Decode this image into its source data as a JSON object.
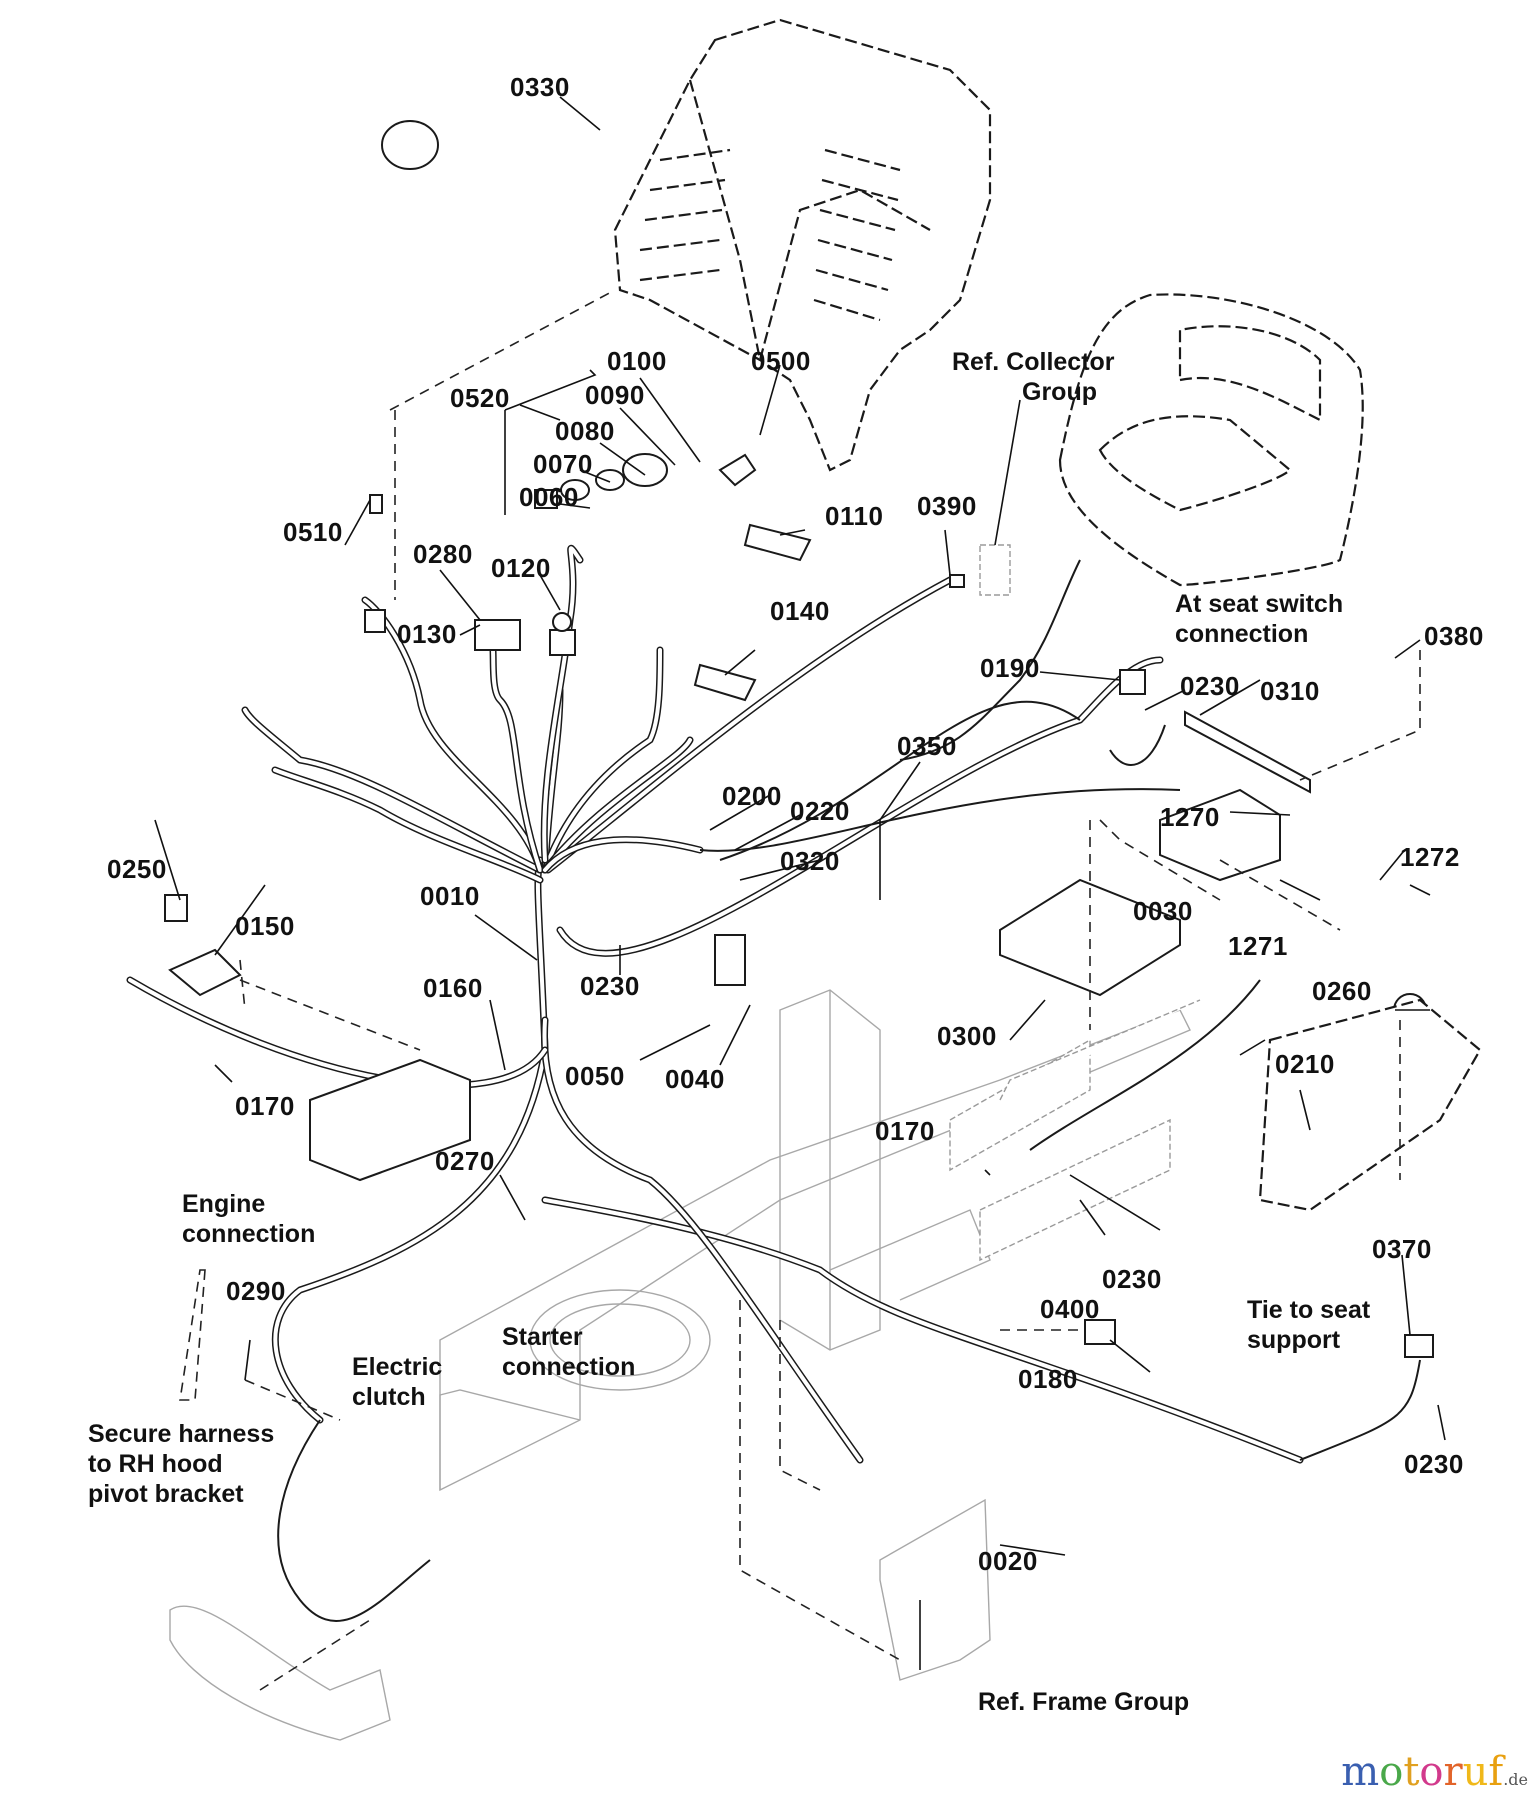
{
  "diagram": {
    "title": "Electrical System exploded parts view",
    "part_labels": [
      {
        "id": "0330",
        "text": "0330"
      },
      {
        "id": "0520",
        "text": "0520"
      },
      {
        "id": "0100",
        "text": "0100"
      },
      {
        "id": "0090",
        "text": "0090"
      },
      {
        "id": "0080",
        "text": "0080"
      },
      {
        "id": "0070",
        "text": "0070"
      },
      {
        "id": "0060",
        "text": "0060"
      },
      {
        "id": "0500",
        "text": "0500"
      },
      {
        "id": "0510",
        "text": "0510"
      },
      {
        "id": "0280",
        "text": "0280"
      },
      {
        "id": "0120",
        "text": "0120"
      },
      {
        "id": "0130",
        "text": "0130"
      },
      {
        "id": "0110",
        "text": "0110"
      },
      {
        "id": "0140",
        "text": "0140"
      },
      {
        "id": "0390",
        "text": "0390"
      },
      {
        "id": "0190",
        "text": "0190"
      },
      {
        "id": "0230a",
        "text": "0230"
      },
      {
        "id": "0310",
        "text": "0310"
      },
      {
        "id": "0380",
        "text": "0380"
      },
      {
        "id": "0350",
        "text": "0350"
      },
      {
        "id": "0200",
        "text": "0200"
      },
      {
        "id": "0220",
        "text": "0220"
      },
      {
        "id": "0320",
        "text": "0320"
      },
      {
        "id": "1270",
        "text": "1270"
      },
      {
        "id": "1272",
        "text": "1272"
      },
      {
        "id": "0030",
        "text": "0030"
      },
      {
        "id": "1271",
        "text": "1271"
      },
      {
        "id": "0250",
        "text": "0250"
      },
      {
        "id": "0150",
        "text": "0150"
      },
      {
        "id": "0010",
        "text": "0010"
      },
      {
        "id": "0160",
        "text": "0160"
      },
      {
        "id": "0230b",
        "text": "0230"
      },
      {
        "id": "0050",
        "text": "0050"
      },
      {
        "id": "0040",
        "text": "0040"
      },
      {
        "id": "0170a",
        "text": "0170"
      },
      {
        "id": "0300",
        "text": "0300"
      },
      {
        "id": "0260",
        "text": "0260"
      },
      {
        "id": "0210",
        "text": "0210"
      },
      {
        "id": "0170b",
        "text": "0170"
      },
      {
        "id": "0270",
        "text": "0270"
      },
      {
        "id": "0290",
        "text": "0290"
      },
      {
        "id": "0400",
        "text": "0400"
      },
      {
        "id": "0230c",
        "text": "0230"
      },
      {
        "id": "0370",
        "text": "0370"
      },
      {
        "id": "0180",
        "text": "0180"
      },
      {
        "id": "0230d",
        "text": "0230"
      },
      {
        "id": "0020",
        "text": "0020"
      }
    ],
    "notes": {
      "collector_line1": "Ref. Collector",
      "collector_line2": "Group",
      "seat_switch_line1": "At seat switch",
      "seat_switch_line2": "connection",
      "engine_line1": "Engine",
      "engine_line2": "connection",
      "electric_line1": "Electric",
      "electric_line2": "clutch",
      "starter_line1": "Starter",
      "starter_line2": "connection",
      "secure_line1": "Secure harness",
      "secure_line2": "to RH hood",
      "secure_line3": "pivot bracket",
      "tie_line1": "Tie to seat",
      "tie_line2": "support",
      "frame_group": "Ref. Frame Group"
    }
  },
  "watermark": {
    "letters": [
      {
        "ch": "m",
        "color": "#3a5fb0"
      },
      {
        "ch": "o",
        "color": "#4aa84a"
      },
      {
        "ch": "t",
        "color": "#e0a020"
      },
      {
        "ch": "o",
        "color": "#d23a8c"
      },
      {
        "ch": "r",
        "color": "#e2642a"
      },
      {
        "ch": "u",
        "color": "#f0b81a"
      },
      {
        "ch": "f",
        "color": "#e8a010"
      }
    ],
    "tld": ".de"
  }
}
